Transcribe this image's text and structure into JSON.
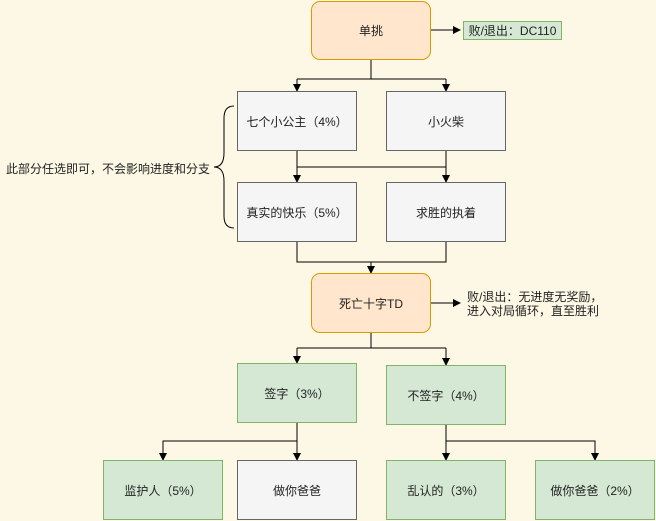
{
  "nodes": {
    "duel": "单挑",
    "duel_fail": "败/退出：DC110",
    "seven_princesses": "七个小公主（4%）",
    "match": "小火柴",
    "true_happiness": "真实的快乐（5%）",
    "persistence": "求胜的执着",
    "death_cross": "死亡十字TD",
    "death_cross_fail_line1": "败/退出：无进度无奖励，",
    "death_cross_fail_line2": "进入对局循环，直至胜利",
    "sign": "签字（3%）",
    "not_sign": "不签字（4%）",
    "guardian": "监护人（5%）",
    "be_dad_1": "做你爸爸",
    "random_admit": "乱认的（3%）",
    "be_dad_2": "做你爸爸（2%）"
  },
  "notes": {
    "optional_section": "此部分任选即可，不会影响进度和分支"
  },
  "colors": {
    "orange_fill": "#ffe6cc",
    "orange_stroke": "#d79b00",
    "gray_fill": "#f5f5f5",
    "gray_stroke": "#666666",
    "green_fill": "#d5e8d4",
    "green_stroke": "#82b366",
    "background": "#fdf8e6"
  }
}
